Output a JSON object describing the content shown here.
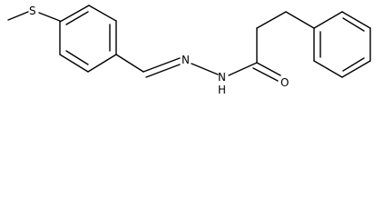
{
  "molecule": {
    "atoms": {
      "sulfur": "S",
      "nitrogen_imine": "N",
      "nitrogen_amide": "N",
      "hydrogen_amide": "H",
      "oxygen": "O"
    }
  }
}
